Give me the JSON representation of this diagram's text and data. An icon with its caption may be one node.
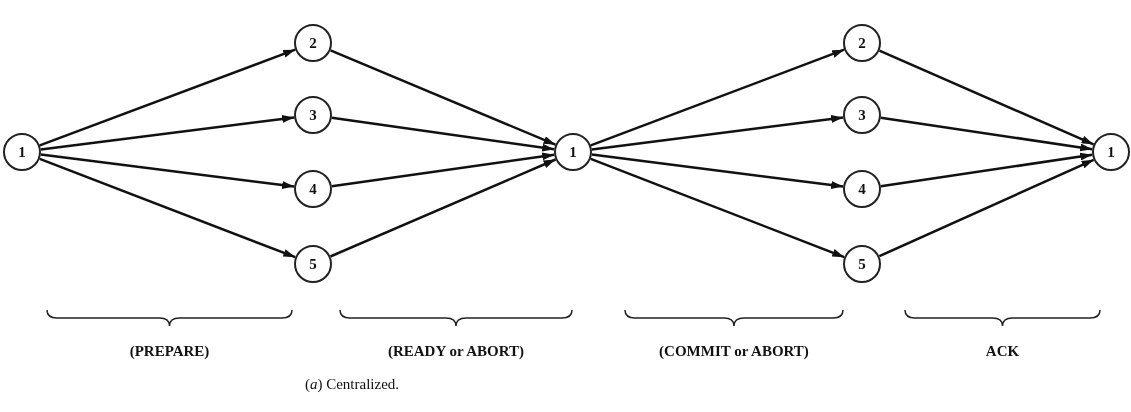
{
  "diagram": {
    "caption": "(*a*) Centralized.",
    "nodes": [
      {
        "text": [
          "1"
        ]
      },
      {
        "text": [
          "2"
        ]
      },
      {
        "text": [
          "3"
        ]
      },
      {
        "text": [
          "4"
        ]
      },
      {
        "text": [
          "5"
        ]
      },
      {
        "text": [
          "1"
        ]
      },
      {
        "text": [
          "2"
        ]
      },
      {
        "text": [
          "3"
        ]
      },
      {
        "text": [
          "4"
        ]
      },
      {
        "text": [
          "5"
        ]
      },
      {
        "text": [
          "1"
        ]
      }
    ],
    "edges": [
      {
        "from": 0,
        "to": 1,
        "arrow": "to"
      },
      {
        "from": 0,
        "to": 2,
        "arrow": "to"
      },
      {
        "from": 0,
        "to": 3,
        "arrow": "to"
      },
      {
        "from": 0,
        "to": 4,
        "arrow": "to"
      },
      {
        "from": 1,
        "to": 5,
        "arrow": "to"
      },
      {
        "from": 2,
        "to": 5,
        "arrow": "to"
      },
      {
        "from": 3,
        "to": 5,
        "arrow": "to"
      },
      {
        "from": 4,
        "to": 5,
        "arrow": "to"
      },
      {
        "from": 5,
        "to": 6,
        "arrow": "to"
      },
      {
        "from": 5,
        "to": 7,
        "arrow": "to"
      },
      {
        "from": 5,
        "to": 8,
        "arrow": "to"
      },
      {
        "from": 5,
        "to": 9,
        "arrow": "to"
      },
      {
        "from": 6,
        "to": 10,
        "arrow": "to"
      },
      {
        "from": 7,
        "to": 10,
        "arrow": "to"
      },
      {
        "from": 8,
        "to": 10,
        "arrow": "to"
      },
      {
        "from": 9,
        "to": 10,
        "arrow": "to"
      }
    ],
    "labels": [
      "(PREPARE)",
      "(READY or ABORT)",
      "(COMMIT or ABORT)",
      "ACK"
    ]
  }
}
